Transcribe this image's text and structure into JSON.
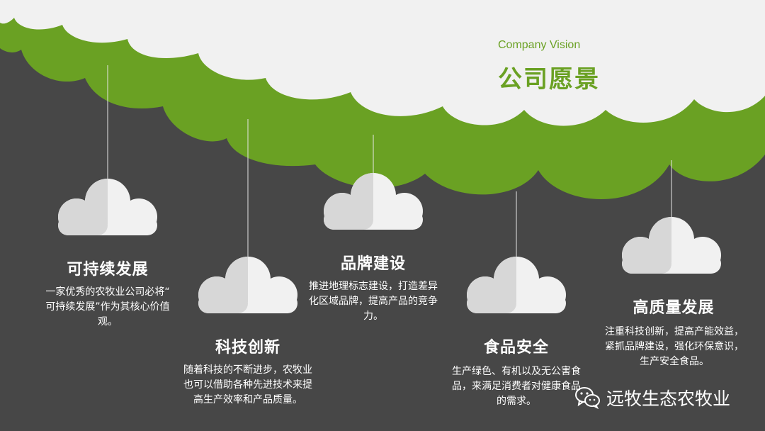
{
  "header": {
    "subtitle": "Company Vision",
    "title": "公司愿景"
  },
  "colors": {
    "background": "#474747",
    "accent_green": "#6aa123",
    "cloud_light": "#f1f1f1",
    "cloud_shade": "#d7d7d7"
  },
  "items": [
    {
      "title": "可持续发展",
      "desc_lines": [
        "一家优秀的农牧业公司必将“",
        "可持续发展”作为其核心价值",
        "观。"
      ]
    },
    {
      "title": "科技创新",
      "desc_lines": [
        "随着科技的不断进步，农牧业",
        "也可以借助各种先进技术来提",
        "高生产效率和产品质量。"
      ]
    },
    {
      "title": "品牌建设",
      "desc_lines": [
        "推进地理标志建设，打造差异",
        "化区域品牌，提高产品的竞争",
        "力。"
      ]
    },
    {
      "title": "食品安全",
      "desc_lines": [
        "生产绿色、有机以及无公害食",
        "品，来满足消费者对健康食品",
        "的需求。"
      ]
    },
    {
      "title": "高质量发展",
      "desc_lines": [
        "注重科技创新，提高产能效益，",
        "紧抓品牌建设，强化环保意识，",
        "生产安全食品。"
      ]
    }
  ],
  "watermark": {
    "icon": "wechat-icon",
    "text": "远牧生态农牧业"
  }
}
